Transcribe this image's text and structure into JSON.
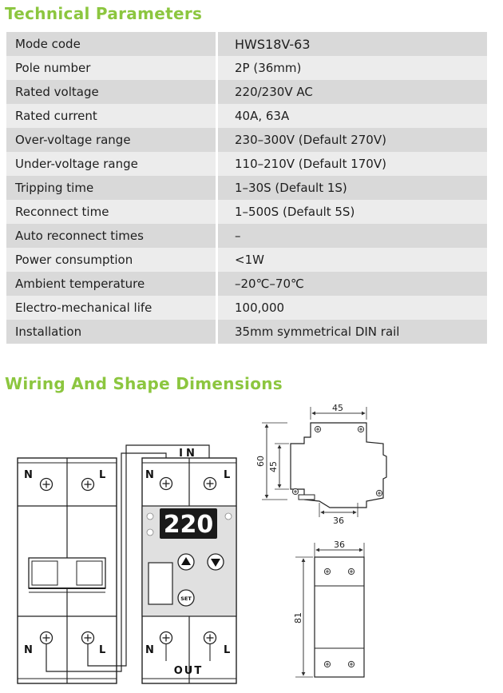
{
  "sections": {
    "technical_parameters": "Technical Parameters",
    "wiring": "Wiring And Shape Dimensions"
  },
  "parameters": [
    {
      "label": "Mode code",
      "value": "HWS18V-63"
    },
    {
      "label": "Pole number",
      "value": "2P (36mm)"
    },
    {
      "label": "Rated voltage",
      "value": "220/230V AC"
    },
    {
      "label": "Rated current",
      "value": "40A, 63A"
    },
    {
      "label": "Over-voltage range",
      "value": "230–300V (Default 270V)"
    },
    {
      "label": "Under-voltage range",
      "value": "110–210V (Default 170V)"
    },
    {
      "label": "Tripping time",
      "value": "1–30S (Default 1S)"
    },
    {
      "label": "Reconnect time",
      "value": "1–500S (Default 5S)"
    },
    {
      "label": "Auto reconnect times",
      "value": "–"
    },
    {
      "label": "Power consumption",
      "value": "<1W"
    },
    {
      "label": "Ambient temperature",
      "value": "–20℃–70℃"
    },
    {
      "label": "Electro-mechanical life",
      "value": "100,000"
    },
    {
      "label": "Installation",
      "value": "35mm symmetrical DIN rail"
    }
  ],
  "wiring": {
    "in_label": "IN",
    "out_label": "OUT",
    "n_label": "N",
    "l_label": "L",
    "display_value": "220",
    "set_label": "SET"
  },
  "dimensions": {
    "side_width": "45",
    "side_height": "60",
    "side_inner_height": "45",
    "side_bottom": "36",
    "front_width": "36",
    "front_height": "81"
  },
  "colors": {
    "heading": "#8cc63f",
    "row_dark": "#d9d9d9",
    "row_light": "#ececec",
    "device_body": "#e0e0e0",
    "display_bg": "#1a1a1a"
  }
}
